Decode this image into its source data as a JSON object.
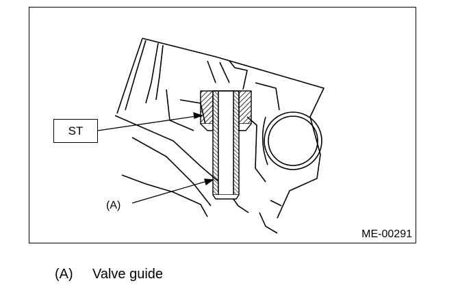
{
  "figure": {
    "tool_label": "ST",
    "part_label": "(A)",
    "figure_code": "ME-00291"
  },
  "caption": {
    "key": "(A)",
    "text": "Valve guide"
  }
}
